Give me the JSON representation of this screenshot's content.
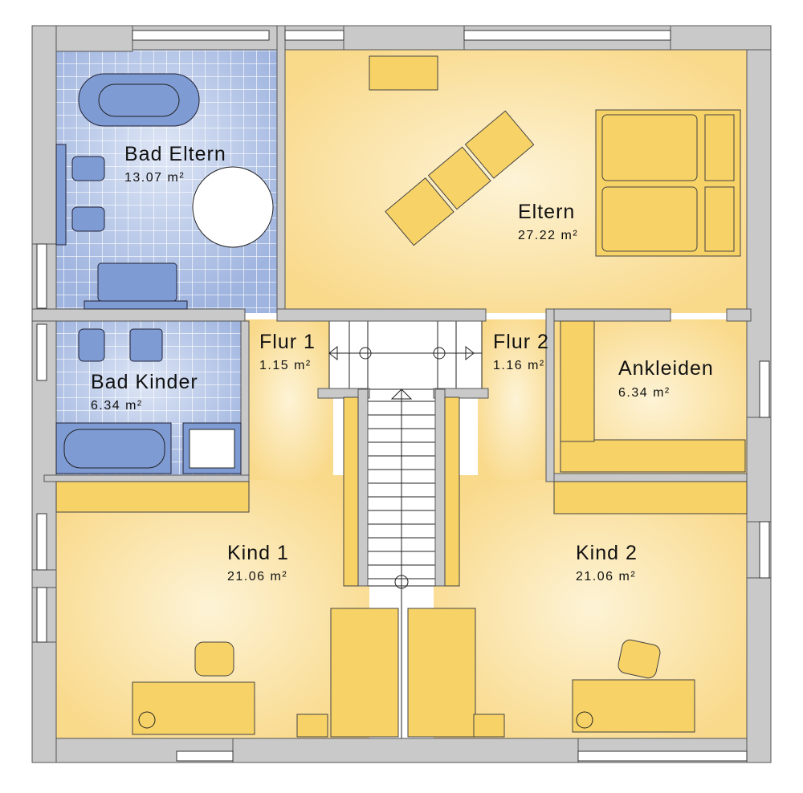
{
  "plan": {
    "rooms": [
      {
        "name": "Bad Eltern",
        "area": "13.07 m²"
      },
      {
        "name": "Eltern",
        "area": "27.22 m²"
      },
      {
        "name": "Flur 1",
        "area": "1.15 m²"
      },
      {
        "name": "Flur 2",
        "area": "1.16 m²"
      },
      {
        "name": "Ankleiden",
        "area": "6.34 m²"
      },
      {
        "name": "Bad Kinder",
        "area": "6.34 m²"
      },
      {
        "name": "Kind 1",
        "area": "21.06 m²"
      },
      {
        "name": "Kind 2",
        "area": "21.06 m²"
      }
    ],
    "colors": {
      "wall": "#c9c9c9",
      "floor": "#f9dd92",
      "floor_light": "#fdf3d6",
      "tile": "#aec0e3",
      "furniture": "#f7d266"
    }
  }
}
